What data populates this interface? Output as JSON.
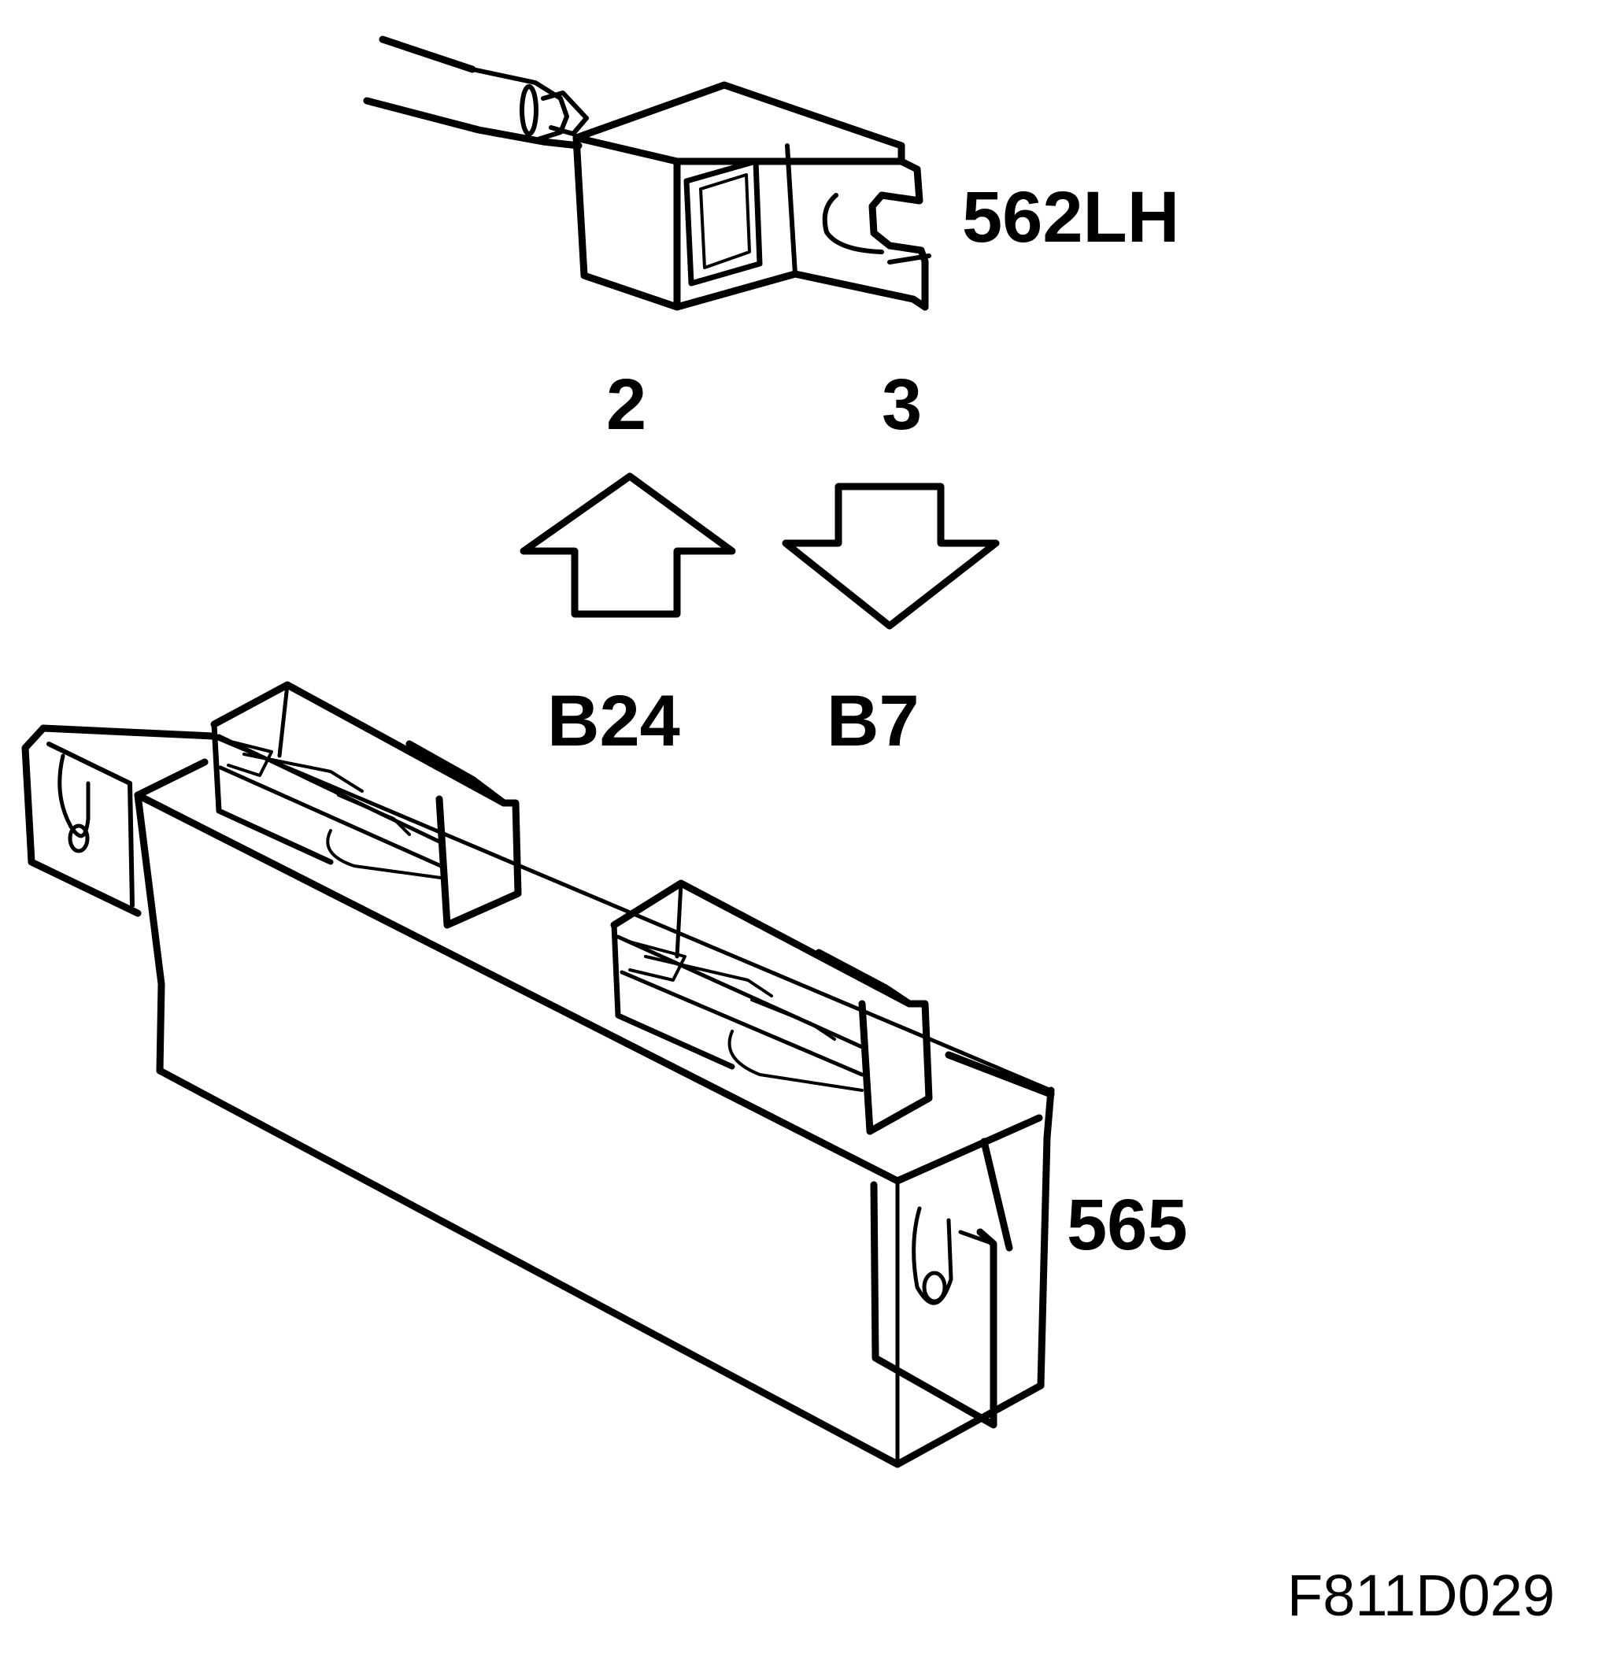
{
  "labels": {
    "connector_top": "562LH",
    "pin_left": "2",
    "pin_right": "3",
    "terminal_left": "B24",
    "terminal_right": "B7",
    "module": "565",
    "figure_id": "F811D029"
  },
  "colors": {
    "ink": "#000000",
    "background": "#ffffff"
  },
  "arrows": {
    "left": "arrow-up-icon",
    "right": "arrow-down-icon"
  }
}
